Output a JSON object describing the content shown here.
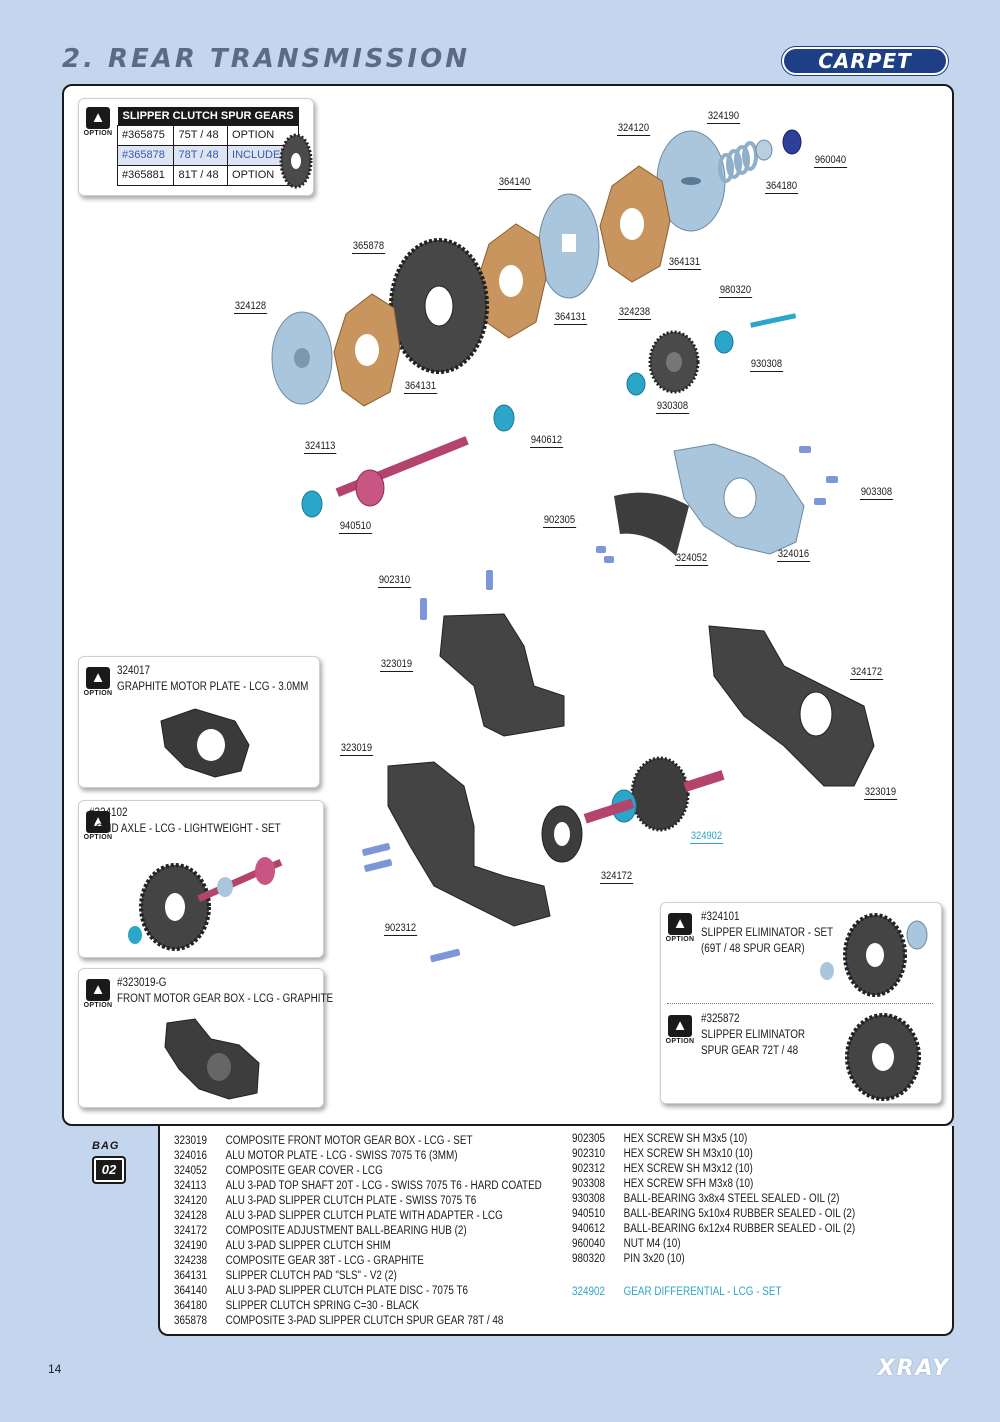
{
  "header": {
    "title": "2. REAR TRANSMISSION",
    "badge": "CARPET"
  },
  "option_label": "OPTION",
  "slipper_table": {
    "header": "SLIPPER CLUTCH SPUR GEARS",
    "rows": [
      {
        "part": "#365875",
        "ratio": "75T / 48",
        "status": "OPTION"
      },
      {
        "part": "#365878",
        "ratio": "78T / 48",
        "status": "INCLUDED"
      },
      {
        "part": "#365881",
        "ratio": "81T / 48",
        "status": "OPTION"
      }
    ]
  },
  "options": {
    "motor_plate": {
      "part": "324017",
      "desc": "GRAPHITE MOTOR PLATE - LCG - 3.0MM"
    },
    "solid_axle": {
      "part": "#324102",
      "desc": "SOLID AXLE - LCG - LIGHTWEIGHT - SET"
    },
    "gear_box": {
      "part": "#323019-G",
      "desc": "FRONT MOTOR GEAR BOX - LCG - GRAPHITE"
    },
    "slipper_elim": {
      "part": "#324101",
      "line1": "SLIPPER ELIMINATOR - SET",
      "line2": "(69T / 48 SPUR GEAR)"
    },
    "elim_gear": {
      "part": "#325872",
      "line1": "SLIPPER ELIMINATOR",
      "line2": "SPUR GEAR 72T / 48"
    }
  },
  "callouts": [
    "324190",
    "324120",
    "960040",
    "364180",
    "364140",
    "364131",
    "365878",
    "324128",
    "364131",
    "364131",
    "980320",
    "324238",
    "930308",
    "930308",
    "940612",
    "324113",
    "903308",
    "902305",
    "940510",
    "324052",
    "324016",
    "902310",
    "323019",
    "324172",
    "323019",
    "323019",
    "324902",
    "324172",
    "902312"
  ],
  "bag": {
    "label": "BAG",
    "number": "02"
  },
  "parts_left": [
    {
      "pn": "323019",
      "desc": "COMPOSITE FRONT MOTOR GEAR BOX - LCG - SET"
    },
    {
      "pn": "324016",
      "desc": "ALU MOTOR PLATE - LCG - SWISS 7075 T6 (3MM)"
    },
    {
      "pn": "324052",
      "desc": "COMPOSITE GEAR COVER - LCG"
    },
    {
      "pn": "324113",
      "desc": "ALU 3-PAD TOP SHAFT 20T - LCG - SWISS 7075 T6 - HARD COATED"
    },
    {
      "pn": "324120",
      "desc": "ALU 3-PAD SLIPPER CLUTCH PLATE - SWISS 7075 T6"
    },
    {
      "pn": "324128",
      "desc": "ALU 3-PAD SLIPPER CLUTCH PLATE WITH ADAPTER - LCG"
    },
    {
      "pn": "324172",
      "desc": "COMPOSITE ADJUSTMENT BALL-BEARING HUB (2)"
    },
    {
      "pn": "324190",
      "desc": "ALU 3-PAD SLIPPER CLUTCH SHIM"
    },
    {
      "pn": "324238",
      "desc": "COMPOSITE GEAR 38T - LCG - GRAPHITE"
    },
    {
      "pn": "364131",
      "desc": "SLIPPER CLUTCH PAD \"SLS\" - V2 (2)"
    },
    {
      "pn": "364140",
      "desc": "ALU 3-PAD SLIPPER CLUTCH PLATE DISC - 7075 T6"
    },
    {
      "pn": "364180",
      "desc": "SLIPPER CLUTCH SPRING C=30 - BLACK"
    },
    {
      "pn": "365878",
      "desc": "COMPOSITE 3-PAD SLIPPER CLUTCH SPUR GEAR 78T / 48"
    }
  ],
  "parts_right": [
    {
      "pn": "902305",
      "desc": "HEX SCREW SH M3x5  (10)"
    },
    {
      "pn": "902310",
      "desc": "HEX SCREW SH M3x10  (10)"
    },
    {
      "pn": "902312",
      "desc": "HEX SCREW SH M3x12  (10)"
    },
    {
      "pn": "903308",
      "desc": "HEX SCREW SFH M3x8  (10)"
    },
    {
      "pn": "930308",
      "desc": "BALL-BEARING 3x8x4 STEEL SEALED - OIL (2)"
    },
    {
      "pn": "940510",
      "desc": "BALL-BEARING 5x10x4 RUBBER SEALED - OIL (2)"
    },
    {
      "pn": "940612",
      "desc": "BALL-BEARING 6x12x4 RUBBER SEALED - OIL (2)"
    },
    {
      "pn": "960040",
      "desc": "NUT M4  (10)"
    },
    {
      "pn": "980320",
      "desc": "PIN 3x20  (10)"
    }
  ],
  "part_highlight": {
    "pn": "324902",
    "desc": "GEAR DIFFERENTIAL - LCG - SET"
  },
  "footer": {
    "page": "14",
    "logo": "XRAY"
  },
  "colors": {
    "background": "#c4d6ee",
    "title": "#5d6a86",
    "badge": "#1e3e86",
    "highlight": "#2ba6c8",
    "pad": "#c9955e",
    "alloy": "#a9c6dc",
    "composite": "#3d3d3d",
    "shaft": "#b4446e"
  }
}
